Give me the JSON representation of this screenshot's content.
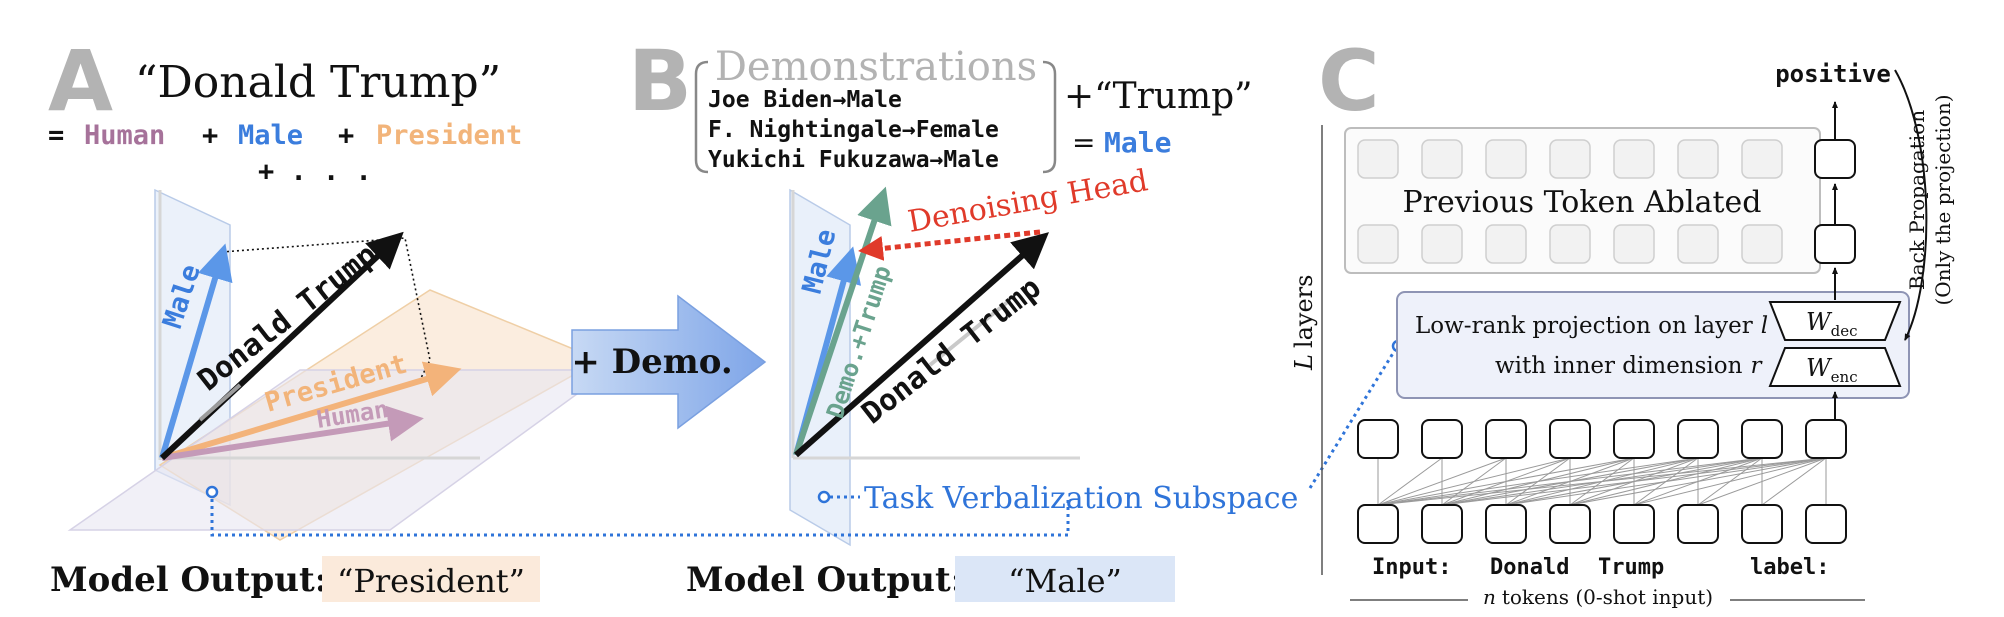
{
  "panel_a": {
    "letter": "A",
    "title": "“Donald Trump”",
    "eq_sign": "=",
    "eq_human": "Human",
    "eq_plus1": "+",
    "eq_male": "Male",
    "eq_plus2": "+",
    "eq_president": "President",
    "eq_more": "+ . . .",
    "vec_male": "Male",
    "vec_trump": "Donald Trump",
    "vec_president": "President",
    "vec_human": "Human",
    "output_label": "Model Output:",
    "output_value": "“President”"
  },
  "demo_arrow": {
    "label": "+ Demo."
  },
  "panel_b": {
    "letter": "B",
    "demos_title": "Demonstrations",
    "demos": [
      "Joe Biden→Male",
      "F. Nightingale→Female",
      "Yukichi Fukuzawa→Male"
    ],
    "query": "+“Trump”",
    "result_eq": "=",
    "result": "Male",
    "vec_male": "Male",
    "vec_demo": "Demo.+Trump",
    "vec_trump": "Donald Trump",
    "denoising": "Denoising Head",
    "subspace": "Task Verbalization Subspace",
    "output_label": "Model Output:",
    "output_value": "“Male”"
  },
  "panel_c": {
    "letter": "C",
    "top_output": "positive",
    "ablated": "Previous Token Ablated",
    "lowrank_line1_prefix": "Low-rank projection on layer",
    "lowrank_line1_var": "l",
    "lowrank_line2_prefix": "with inner dimension",
    "lowrank_line2_var": "r",
    "w_dec": "W",
    "w_dec_sub": "dec",
    "w_enc": "W",
    "w_enc_sub": "enc",
    "layers_var": "L",
    "layers_text": "layers",
    "backprop1": "Back Propagation",
    "backprop2": "(Only the projection)",
    "input_tokens": [
      "Input:",
      "Donald",
      "Trump",
      "label:"
    ],
    "tokens_var": "n",
    "tokens_text": "tokens (0-shot input)"
  },
  "colors": {
    "male": "#3b7ddd",
    "human": "#a6729a",
    "president": "#f2b47a",
    "denoise": "#e03a2a",
    "demo": "#6aa38e",
    "gray_letter": "#b3b3b3",
    "subspace": "#2f74d9"
  }
}
